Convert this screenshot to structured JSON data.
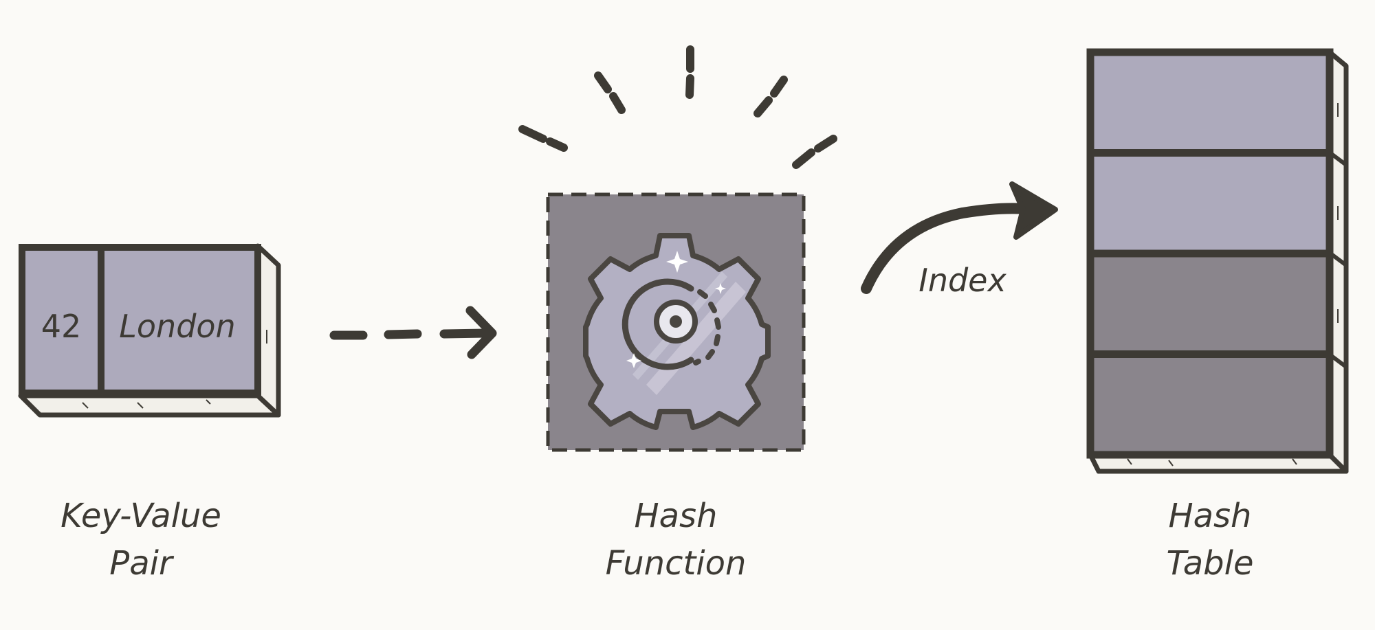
{
  "diagram": {
    "colors": {
      "background": "#fbfaf7",
      "ink": "#3d3a34",
      "light_fill": "#adaabc",
      "dark_fill": "#8a858c",
      "gear_fill": "#b3b0c3"
    },
    "key_value_pair": {
      "key": "42",
      "value": "London",
      "caption_line1": "Key-Value",
      "caption_line2": "Pair"
    },
    "hash_function": {
      "icon": "gear-icon",
      "caption_line1": "Hash",
      "caption_line2": "Function"
    },
    "output_arrow": {
      "label": "Index"
    },
    "hash_table": {
      "caption_line1": "Hash",
      "caption_line2": "Table",
      "slots": [
        {
          "shade": "light"
        },
        {
          "shade": "light"
        },
        {
          "shade": "dark"
        },
        {
          "shade": "dark"
        }
      ]
    }
  }
}
